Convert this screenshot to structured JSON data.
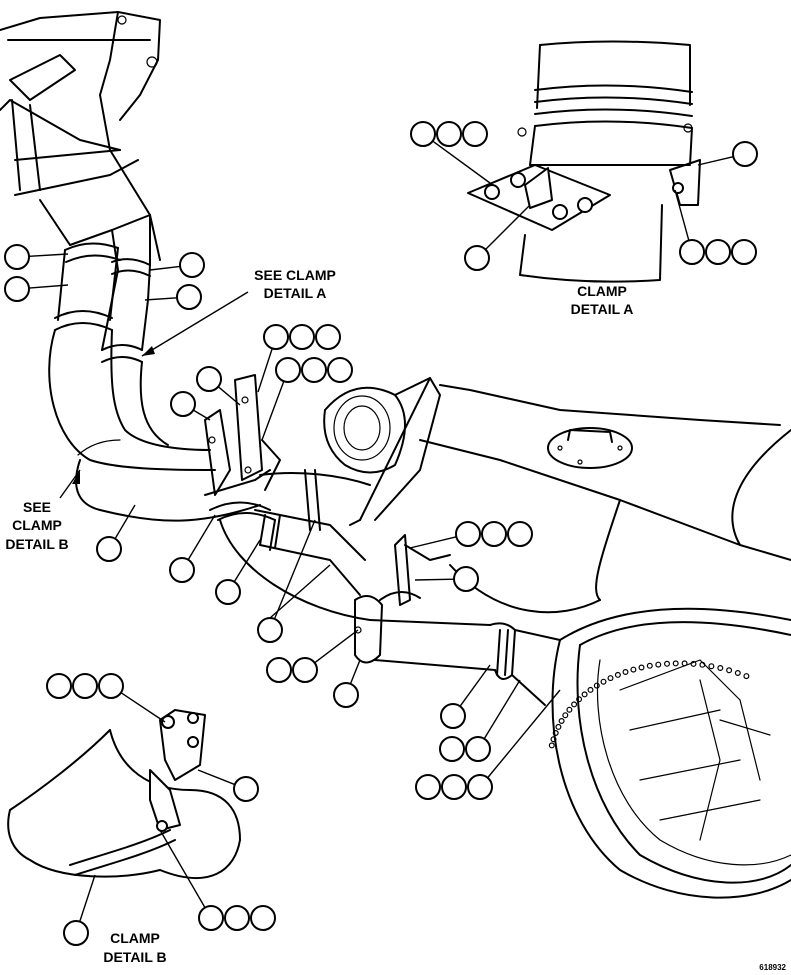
{
  "labels": {
    "see_clamp_a_line1": "SEE CLAMP",
    "see_clamp_a_line2": "DETAIL A",
    "clamp_detail_a_line1": "CLAMP",
    "clamp_detail_a_line2": "DETAIL A",
    "see_clamp_b_line1": "SEE",
    "see_clamp_b_line2": "CLAMP",
    "see_clamp_b_line3": "DETAIL B",
    "clamp_detail_b_line1": "CLAMP",
    "clamp_detail_b_line2": "DETAIL B"
  },
  "figure_code": "618932",
  "callout_groups": [
    {
      "name": "callout-detail-a-top-left",
      "count": 3
    },
    {
      "name": "callout-detail-a-right",
      "count": 1
    },
    {
      "name": "callout-detail-a-bottom-left",
      "count": 1
    },
    {
      "name": "callout-detail-a-bottom-right",
      "count": 3
    },
    {
      "name": "callout-upper-pipe",
      "count": 1
    },
    {
      "name": "callout-upper-pipe-lower",
      "count": 1
    },
    {
      "name": "callout-flex-clamp",
      "count": 1
    },
    {
      "name": "callout-flex-pipe",
      "count": 1
    },
    {
      "name": "callout-bracket-upper",
      "count": 3
    },
    {
      "name": "callout-bracket-lower",
      "count": 3
    },
    {
      "name": "callout-bracket-left",
      "count": 1
    },
    {
      "name": "callout-pipe-section",
      "count": 1
    },
    {
      "name": "callout-main-pipe",
      "count": 1
    },
    {
      "name": "callout-lower-clamp",
      "count": 1
    },
    {
      "name": "callout-lower-bellows",
      "count": 1
    },
    {
      "name": "callout-lower-pipe",
      "count": 1
    },
    {
      "name": "callout-right-clamp",
      "count": 3
    },
    {
      "name": "callout-right-bracket",
      "count": 1
    },
    {
      "name": "callout-center-clamp",
      "count": 2
    },
    {
      "name": "callout-center-bolt",
      "count": 1
    },
    {
      "name": "callout-tail-bellows",
      "count": 1
    },
    {
      "name": "callout-tail-pipe",
      "count": 2
    },
    {
      "name": "callout-tail-flange",
      "count": 3
    },
    {
      "name": "callout-detail-b-top",
      "count": 3
    },
    {
      "name": "callout-detail-b-right",
      "count": 1
    },
    {
      "name": "callout-detail-b-left",
      "count": 1
    },
    {
      "name": "callout-detail-b-bottom",
      "count": 3
    }
  ]
}
